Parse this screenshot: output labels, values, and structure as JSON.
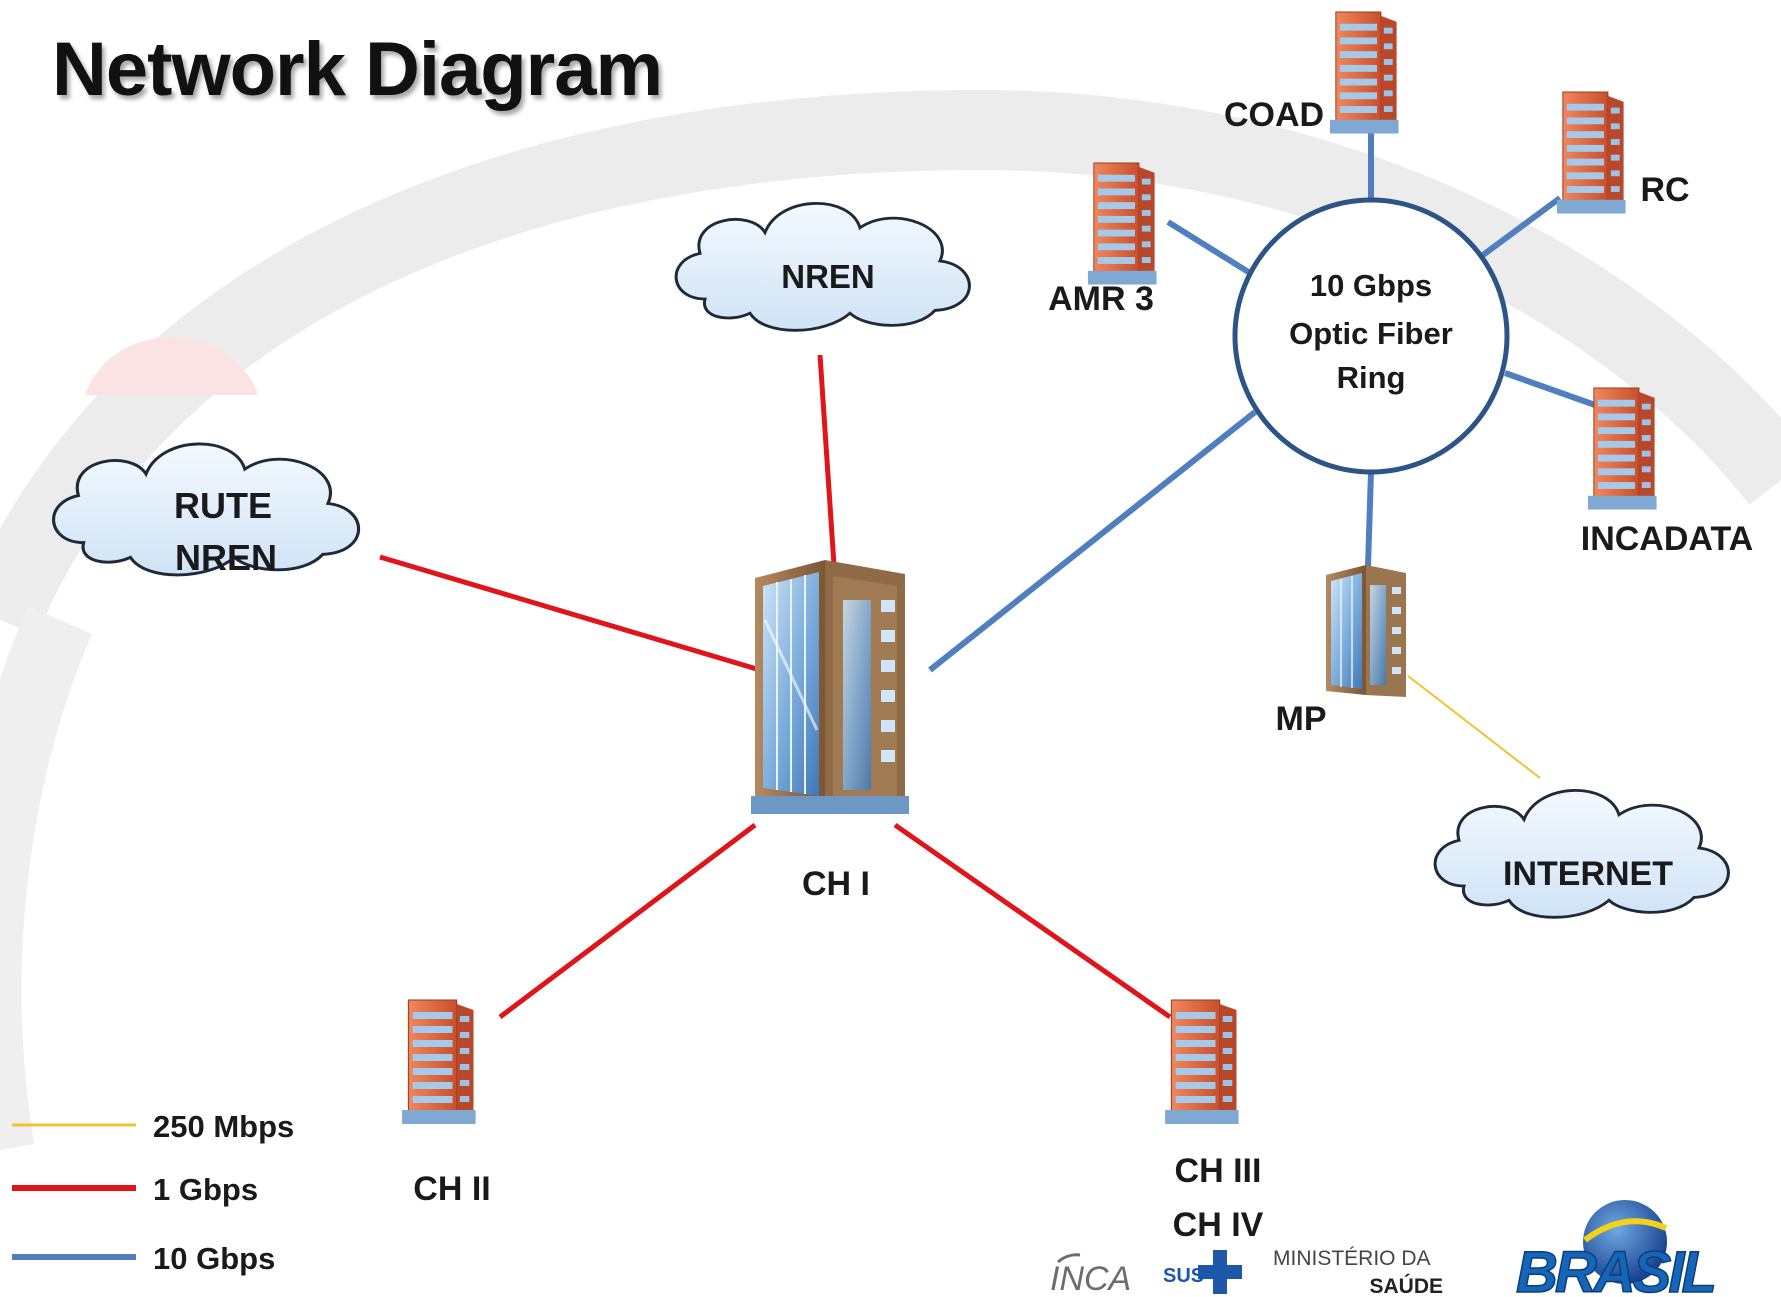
{
  "title": "Network Diagram",
  "colors": {
    "link_250mbps": "#f2c12e",
    "link_1gbps": "#e0141b",
    "link_10gbps": "#4f7fbf",
    "ring_stroke": "#2d5486",
    "cloud_fill": "#dfeefb",
    "building_orange": "#e0673f",
    "building_blue": "#86b6e2"
  },
  "nodes": {
    "ring": {
      "line1": "10 Gbps",
      "line2": "Optic Fiber",
      "line3": "Ring"
    },
    "clouds": {
      "nren": "NREN",
      "rute_line1": "RUTE",
      "rute_line2": "NREN",
      "internet": "INTERNET"
    },
    "buildings": {
      "ch1": "CH I",
      "ch2": "CH II",
      "ch3": "CH III",
      "ch4": "CH IV",
      "mp": "MP",
      "coad": "COAD",
      "rc": "RC",
      "amr3": "AMR 3",
      "incadata": "INCADATA"
    }
  },
  "links": [
    {
      "from": "CH I",
      "to": "NREN",
      "speed": "1 Gbps"
    },
    {
      "from": "CH I",
      "to": "RUTE NREN",
      "speed": "1 Gbps"
    },
    {
      "from": "CH I",
      "to": "CH II",
      "speed": "1 Gbps"
    },
    {
      "from": "CH I",
      "to": "CH III / CH IV",
      "speed": "1 Gbps"
    },
    {
      "from": "CH I",
      "to": "10 Gbps Optic Fiber Ring",
      "speed": "10 Gbps"
    },
    {
      "from": "COAD",
      "to": "10 Gbps Optic Fiber Ring",
      "speed": "10 Gbps"
    },
    {
      "from": "RC",
      "to": "10 Gbps Optic Fiber Ring",
      "speed": "10 Gbps"
    },
    {
      "from": "AMR 3",
      "to": "10 Gbps Optic Fiber Ring",
      "speed": "10 Gbps"
    },
    {
      "from": "INCADATA",
      "to": "10 Gbps Optic Fiber Ring",
      "speed": "10 Gbps"
    },
    {
      "from": "MP",
      "to": "10 Gbps Optic Fiber Ring",
      "speed": "10 Gbps"
    },
    {
      "from": "MP",
      "to": "INTERNET",
      "speed": "250 Mbps"
    }
  ],
  "legend": {
    "items": [
      {
        "label": "250 Mbps",
        "color": "#f2c12e"
      },
      {
        "label": "1 Gbps",
        "color": "#e0141b"
      },
      {
        "label": "10 Gbps",
        "color": "#4f7fbf"
      }
    ]
  },
  "logos": {
    "inca": "INCA",
    "sus": "SUS",
    "ministerio_line1": "MINISTÉRIO DA",
    "ministerio_line2": "SAÚDE",
    "brasil": "BRASIL"
  }
}
